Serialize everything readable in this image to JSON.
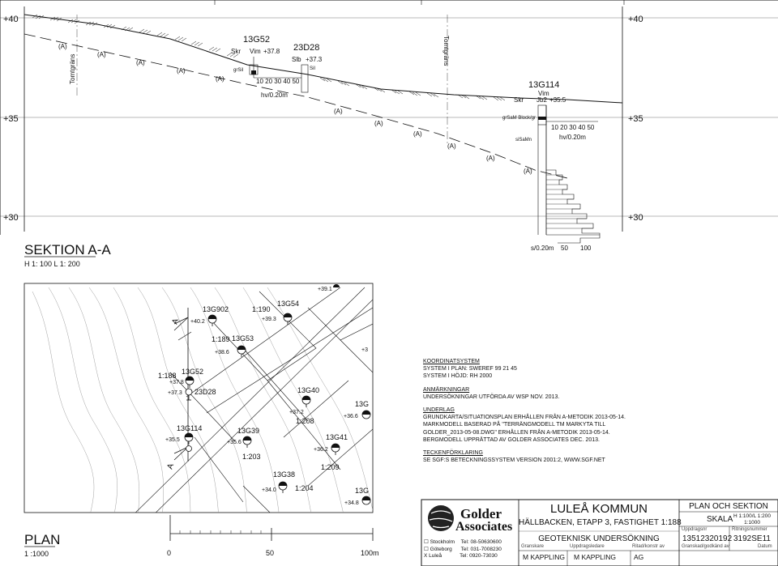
{
  "section": {
    "elev_labels": [
      "+40",
      "+35",
      "+30"
    ],
    "title": "SEKTION A-A",
    "scale": "H 1: 100   L 1: 200",
    "boreholes": [
      {
        "id": "13G52",
        "method_left": "Skr",
        "method_right": "Vim",
        "level": "+37.8",
        "soil": "grSiI",
        "scale_nums": "10 20 30 40 50",
        "scale_unit": "hv/0.20m"
      },
      {
        "id": "23D28",
        "method_left": "Slb",
        "level": "+37.3",
        "soil": "SiI"
      },
      {
        "id": "13G114",
        "method_left": "Skr",
        "method_right": "Vim",
        "method_sub": "Jb2",
        "level": "+35.5",
        "soil": "grSaM Block/gr",
        "soil2": "siSaMn",
        "scale_nums": "10 20 30 40 50",
        "scale_unit": "hv/0.20m",
        "bottom_scale": [
          "s/0.20m",
          "50",
          "100"
        ]
      }
    ],
    "boundary_label": "Tomtgräns",
    "soil_marker": "(A)"
  },
  "plan": {
    "title": "PLAN",
    "scale": "1 :1000",
    "scalebar": [
      "0",
      "50",
      "100m"
    ],
    "section_marker": "A",
    "points": [
      {
        "id": "13G902",
        "level": "+40.2"
      },
      {
        "id": "13G54",
        "level": "+39.3"
      },
      {
        "id": "13G53",
        "level": "+38.6"
      },
      {
        "id": "13G52",
        "level": "+37.8"
      },
      {
        "id": "23D28",
        "level": "+37.3"
      },
      {
        "id": "13G114",
        "level": "+35.5"
      },
      {
        "id": "13G39",
        "level": "+35.6"
      },
      {
        "id": "13G40",
        "level": "+37.2"
      },
      {
        "id": "13G41",
        "level": "+36.2"
      },
      {
        "id": "13G38",
        "level": "+34.0"
      },
      {
        "id": "13G",
        "level": "+36.6"
      },
      {
        "id": "13G",
        "level": "+34.8"
      }
    ],
    "ratios": [
      "1:190",
      "1:189",
      "1:188",
      "1:208",
      "1:203",
      "1:209",
      "1:204"
    ],
    "top_levels": [
      "+39.1",
      "+3"
    ]
  },
  "notes": {
    "coord_head": "KOORDINATSYSTEM",
    "coord_1": "SYSTEM I PLAN: SWEREF 99 21 45",
    "coord_2": "SYSTEM I HÖJD: RH 2000",
    "anm_head": "ANMÄRKNINGAR",
    "anm_1": "UNDERSÖKNINGAR UTFÖRDA AV WSP NOV. 2013.",
    "under_head": "UNDERLAG",
    "under_1": "GRUNDKARTA/SITUATIONSPLAN ERHÅLLEN FRÅN A-METODIK 2013-05-14.",
    "under_2": "MARKMODELL BASERAD PÅ \"TERRÄNGMODELL TM MARKYTA TILL",
    "under_3": "GOLDER_2013-05-08.DWG\" ERHÅLLEN FRÅN A-METODIK 2013-05-14.",
    "under_4": "BERGMODELL UPPRÄTTAD AV GOLDER ASSOCIATES DEC. 2013.",
    "teck_head": "TECKENFÖRKLARING",
    "teck_1": "SE SGF:S BETECKNINGSSYSTEM VERSION 2001:2, WWW.SGF.NET"
  },
  "titleblock": {
    "logo_1": "Golder",
    "logo_2": "Associates",
    "offices": [
      {
        "mark": "☐",
        "city": "Stockholm",
        "tel": "Tel: 08-50630600"
      },
      {
        "mark": "☐",
        "city": "Göteborg",
        "tel": "Tel: 031-7008230"
      },
      {
        "mark": "X",
        "city": "Luleå",
        "tel": "Tel: 0920-73030"
      }
    ],
    "client": "LULEÅ KOMMUN",
    "project": "HÄLLBACKEN, ETAPP 3, FASTIGHET 1:188",
    "subject": "GEOTEKNISK UNDERSÖKNING",
    "drawing": "PLAN OCH SEKTION",
    "scale_label": "SKALA",
    "scale_val_1": "H 1:100/L 1:200",
    "scale_val_2": "1:1000",
    "uppdragsnr_label": "Uppdragsnr",
    "uppdragsnr": "13512320192",
    "ritningsnr_label": "Ritningsnummer",
    "ritningsnr": "3192SE11",
    "granskare_label": "Granskare",
    "granskare": "M KAPPLING",
    "uppdragsledare_label": "Uppdragsledare",
    "uppdragsledare": "M KAPPLING",
    "ritad_label": "Ritad/konstr av",
    "ritad": "AG",
    "godkand_label": "Granskad/godkänd av",
    "datum_label": "Datum"
  }
}
